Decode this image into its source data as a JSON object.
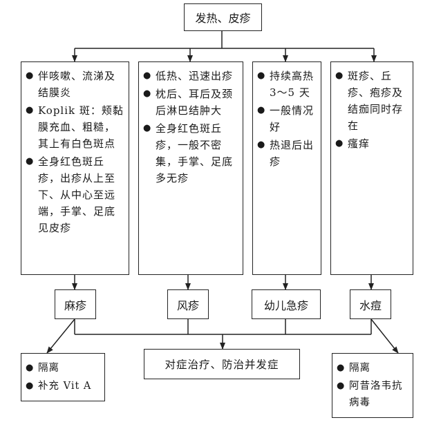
{
  "root": "发热、皮疹",
  "columns": [
    {
      "details": [
        "伴咳嗽、流涕及结膜炎",
        "Koplik 斑：颊黏膜充血、粗糙，其上有白色斑点",
        "全身红色斑丘疹，出疹从上至下、从中心至远端，手掌、足底见皮疹"
      ],
      "name": "麻疹"
    },
    {
      "details": [
        "低热、迅速出疹",
        "枕后、耳后及颈后淋巴结肿大",
        "全身红色斑丘疹，一般不密集，手掌、足底多无疹"
      ],
      "name": "风疹"
    },
    {
      "details": [
        "持续高热 3～5 天",
        "一般情况好",
        "热退后出疹"
      ],
      "name": "幼儿急疹"
    },
    {
      "details": [
        "斑疹、丘疹、疱疹及结痂同时存在",
        "瘙痒"
      ],
      "name": "水痘"
    }
  ],
  "treatments": {
    "measles": [
      "隔离",
      "补充 Vit A"
    ],
    "common": "对症治疗、防治并发症",
    "varicella": [
      "隔离",
      "阿昔洛韦抗病毒"
    ]
  },
  "bullet_symbol": "●"
}
